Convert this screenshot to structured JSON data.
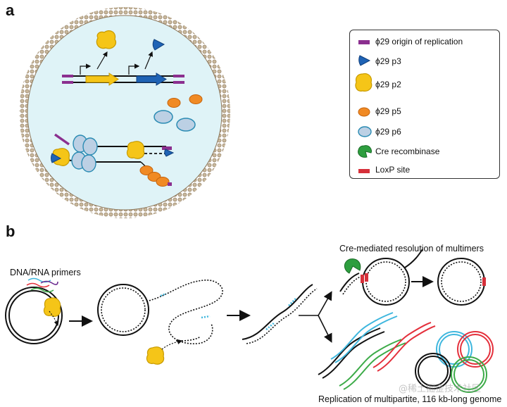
{
  "panels": {
    "a": "a",
    "b": "b"
  },
  "legend": {
    "items": [
      {
        "icon": "origin-of-replication-icon",
        "label": "ϕ29 origin of replication"
      },
      {
        "icon": "p3-icon",
        "label": "ϕ29 p3"
      },
      {
        "icon": "p2-icon",
        "label": "ϕ29 p2"
      },
      {
        "icon": "p5-icon",
        "label": "ϕ29 p5"
      },
      {
        "icon": "p6-icon",
        "label": "ϕ29 p6"
      },
      {
        "icon": "cre-recombinase-icon",
        "label": "Cre recombinase"
      },
      {
        "icon": "loxp-site-icon",
        "label": "LoxP site"
      }
    ]
  },
  "captions": {
    "primers": "DNA/RNA primers",
    "cre": "Cre-mediated resolution of multimers",
    "replication": "Replication of multipartite, 116 kb-long genome"
  },
  "watermark": "@稀土掘金技术社区",
  "colors": {
    "membrane": "#b9a58a",
    "lumen": "#dff3f7",
    "origin": "#8b2f8f",
    "p3": "#1f63b5",
    "p2": "#f5c518",
    "p5": "#f08a24",
    "p6": "#bcd0e4",
    "cre": "#2e9e3f",
    "loxp": "#d6303a",
    "primer_blue": "#3fb7de",
    "strand_red": "#e4303c",
    "strand_green": "#3cab48"
  }
}
